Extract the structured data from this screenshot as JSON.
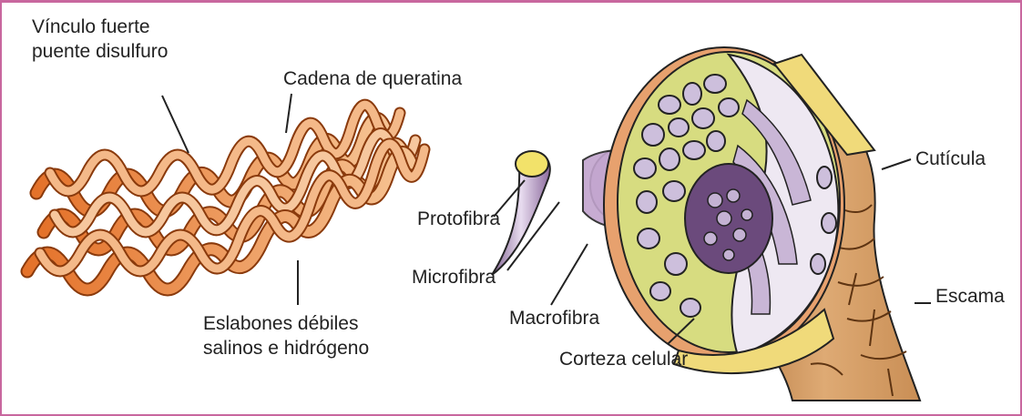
{
  "labels": {
    "bond_line1": "Vínculo fuerte",
    "bond_line2": "puente disulfuro",
    "chain": "Cadena de queratina",
    "protofibril": "Protofibra",
    "microfibril": "Microfibra",
    "macrofibril": "Macrofibra",
    "weak_line1": "Eslabones débiles",
    "weak_line2": "salinos e hidrógeno",
    "cortex": "Corteza celular",
    "cuticle": "Cutícula",
    "scale": "Escama"
  },
  "colors": {
    "frame": "#c8679e",
    "strand_dark": "#d96a1e",
    "strand_light": "#f3b98a",
    "cortex_green": "#d3d87a",
    "fibril_lilac": "#c8b4d4",
    "core_purple": "#6d4a7e",
    "cuticle_brown": "#c48a52"
  }
}
